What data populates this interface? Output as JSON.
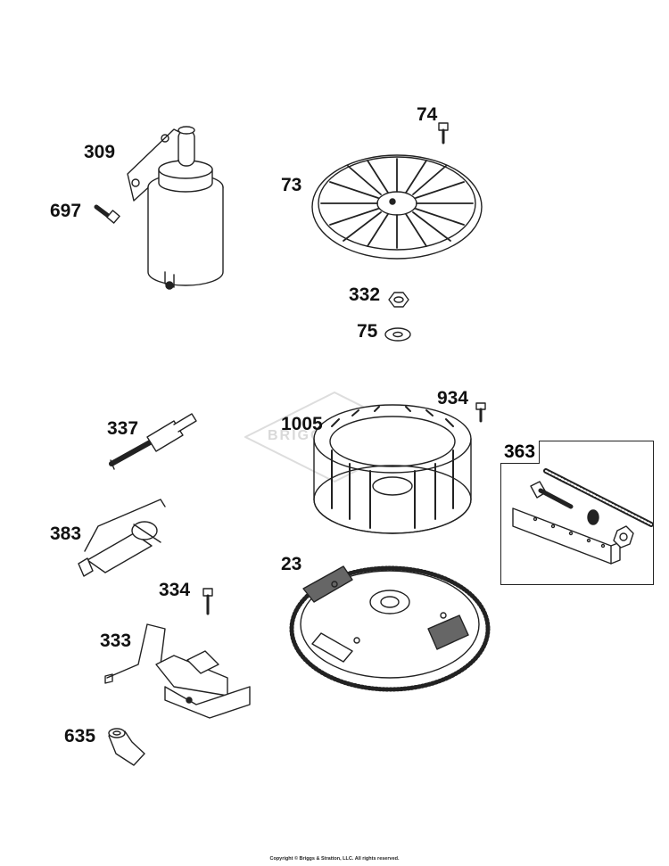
{
  "watermark": "BRIGGS",
  "parts": {
    "starter_motor": "309",
    "starter_screw": "697",
    "grille_screw": "74",
    "blower_screen": "73",
    "nut": "332",
    "washer": "75",
    "flywheel_screw": "934",
    "fan": "1005",
    "kit": "363",
    "spark_plug": "337",
    "stop_switch_wire": "383",
    "ignition_screw": "334",
    "flywheel": "23",
    "armature": "333",
    "plug_boot": "635"
  },
  "copyright": "Copyright © Briggs & Stratton, LLC. All rights reserved."
}
